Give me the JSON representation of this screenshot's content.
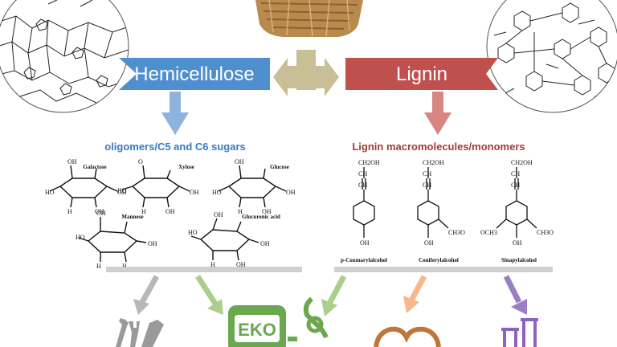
{
  "labels": {
    "hemicellulose": "Hemicellulose",
    "lignin": "Lignin",
    "sugars_caption": "oligomers/C5 and C6 sugars",
    "lignin_caption": "Lignin macromolecules/monomers",
    "eko": "EKO"
  },
  "sugars": [
    {
      "name": "Galactose"
    },
    {
      "name": "Xylose"
    },
    {
      "name": "Glucose"
    },
    {
      "name": "Mannose"
    },
    {
      "name": "Glucuronic acid"
    }
  ],
  "monomers": [
    {
      "name": "p-Coumarylalcohol"
    },
    {
      "name": "Coniferylalcohol"
    },
    {
      "name": "Sinapylalcohol"
    }
  ],
  "chem": {
    "ch2oh": "CH2OH",
    "ch": "CH",
    "oh": "OH",
    "och3": "CH3O",
    "och3r": "OCH3",
    "ho": "HO",
    "h": "H",
    "o": "O"
  },
  "colors": {
    "hemi_blue": "#4f8fd0",
    "lignin_red": "#c0504d",
    "sugar_text": "#3a78c4",
    "lignin_text": "#a33b36",
    "arrow_khaki": "#c8bf96",
    "arrow_gray": "#b8b8b8",
    "arrow_green": "#a9cf8b",
    "arrow_orange": "#f6b98b",
    "arrow_purple": "#9b7fc3",
    "eko_green": "#6aa84f",
    "bronze": "#c0763a"
  }
}
